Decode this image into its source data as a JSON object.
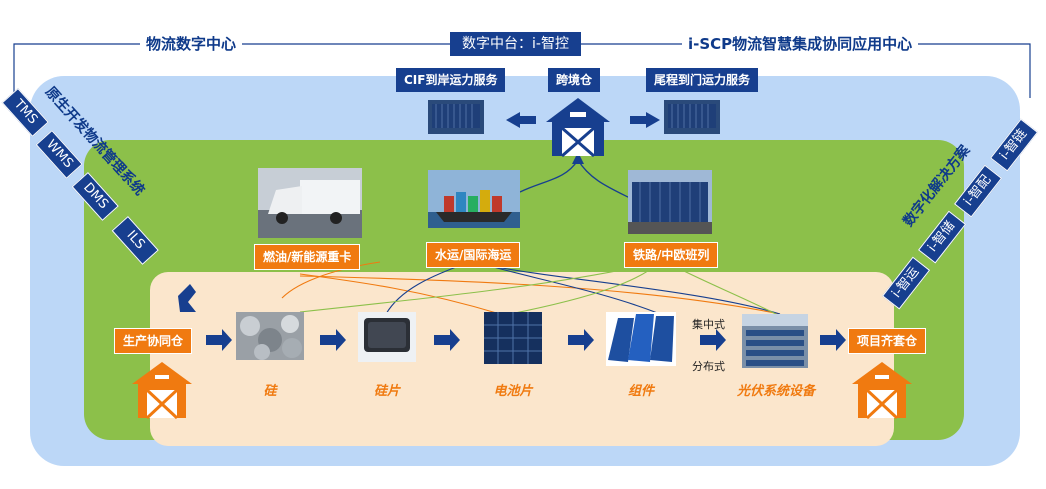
{
  "header": {
    "left_title": "物流数字中心",
    "center_title": "数字中台：i-智控",
    "right_title": "i-SCP物流智慧集成协同应用中心"
  },
  "top_services": {
    "left": "CIF到岸运力服务",
    "center": "跨境仓",
    "right": "尾程到门运力服务"
  },
  "transport": {
    "truck": "燃油/新能源重卡",
    "ship": "水运/国际海运",
    "rail": "铁路/中欧班列"
  },
  "left_band": {
    "title": "原生开发物流管理系统",
    "tabs": [
      "TMS",
      "WMS",
      "DMS",
      "ILS"
    ]
  },
  "right_band": {
    "title": "数字化解决方案",
    "tabs": [
      "i-智运",
      "i-智储",
      "i-智配",
      "i-智链"
    ]
  },
  "production": {
    "start": "生产协同仓",
    "end": "项目齐套仓",
    "stages": [
      "硅",
      "硅片",
      "电池片",
      "组件",
      "光伏系统设备"
    ],
    "mode_top": "集中式",
    "mode_bottom": "分布式"
  },
  "colors": {
    "navy": "#173f8f",
    "orange": "#f07a10",
    "light_blue": "#bcd7f7",
    "green": "#8cc04a",
    "cream": "#fbe6cc"
  }
}
